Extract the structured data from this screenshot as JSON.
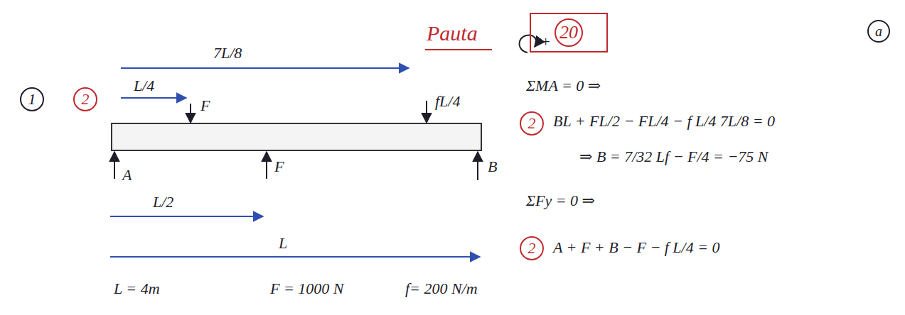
{
  "diagram": {
    "nodes": [
      {
        "text": [
          "20"
        ]
      },
      {
        "text": [
          "a"
        ]
      },
      {
        "text": [
          "1"
        ]
      },
      {
        "text": [
          "2"
        ]
      },
      {
        "text": [
          "2"
        ]
      },
      {
        "text": [
          "2"
        ]
      }
    ],
    "labels": [
      "Pauta",
      "7L/8",
      "L/4",
      "F",
      "fL/4",
      "A",
      "F",
      "B",
      "L/2",
      "L",
      "L = 4m",
      "F = 1000 N",
      "f= 200 N/m",
      "+",
      "ΣMA = 0 ⇒",
      "BL + FL/2 − FL/4 − f L/4 7L/8 = 0",
      "⇒ B = 7/32 Lf − F/4 = −75 N",
      "ΣFy = 0 ⇒",
      "A + F + B − F − f L/4 = 0"
    ]
  }
}
